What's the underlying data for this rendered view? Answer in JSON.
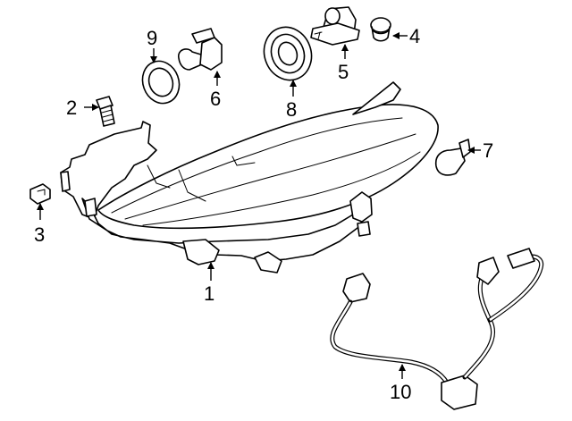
{
  "callouts": [
    {
      "id": "1",
      "label": "1",
      "part": "headlamp-assembly"
    },
    {
      "id": "2",
      "label": "2",
      "part": "mounting-bolt"
    },
    {
      "id": "3",
      "label": "3",
      "part": "clip-nut"
    },
    {
      "id": "4",
      "label": "4",
      "part": "cap-plug"
    },
    {
      "id": "5",
      "label": "5",
      "part": "headlamp-bulb"
    },
    {
      "id": "6",
      "label": "6",
      "part": "halogen-bulb"
    },
    {
      "id": "7",
      "label": "7",
      "part": "wedge-bulb"
    },
    {
      "id": "8",
      "label": "8",
      "part": "dust-cover-large"
    },
    {
      "id": "9",
      "label": "9",
      "part": "dust-cover-small"
    },
    {
      "id": "10",
      "label": "10",
      "part": "wiring-harness"
    }
  ]
}
